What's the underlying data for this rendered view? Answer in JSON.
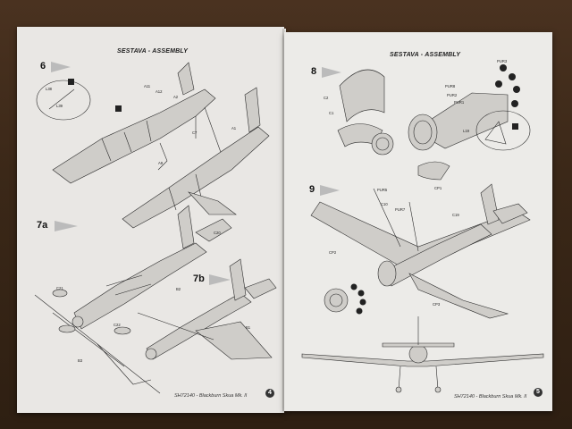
{
  "left_page": {
    "header": "SESTAVA - ASSEMBLY",
    "steps": [
      "6",
      "7a",
      "7b"
    ],
    "footer": "SH72140 - Blackburn Skua Mk. II",
    "page_number": "4",
    "labels": [
      "A11",
      "A12",
      "A2",
      "A1",
      "C7",
      "A9",
      "C21",
      "C22",
      "C20",
      "B2",
      "B1",
      "B3",
      "L38",
      "L39"
    ]
  },
  "right_page": {
    "header": "SESTAVA - ASSEMBLY",
    "steps": [
      "8",
      "9"
    ],
    "footer": "SH72140 - Blackburn Skua Mk. II",
    "page_number": "5",
    "labels": [
      "C1",
      "C2",
      "PUR1",
      "PUR2",
      "PUR3",
      "PUR8",
      "L19",
      "CP1",
      "CP2",
      "CP3",
      "C10",
      "C19",
      "PUR7",
      "PUR5"
    ]
  }
}
